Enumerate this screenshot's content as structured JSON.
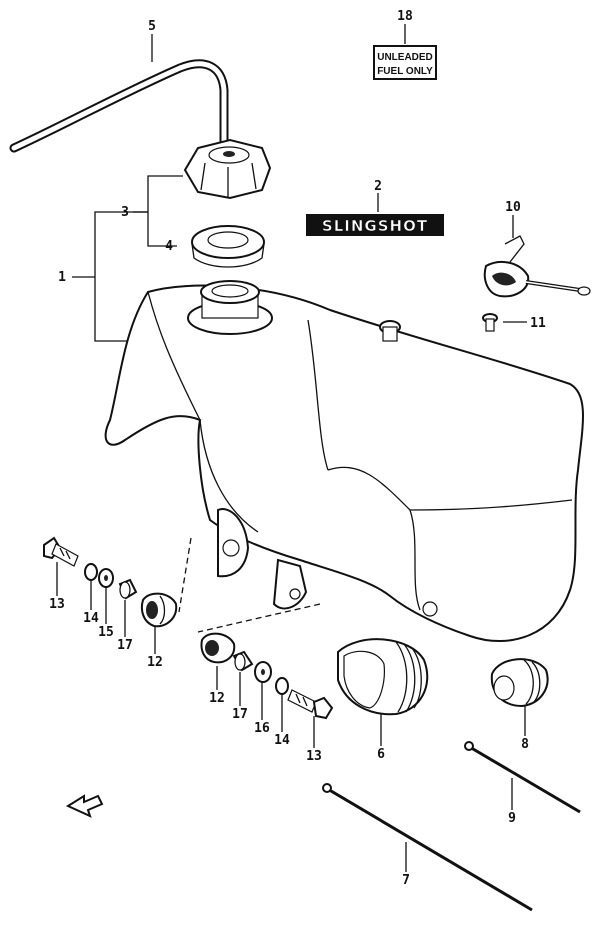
{
  "callouts": {
    "c1": "1",
    "c2": "2",
    "c3": "3",
    "c4": "4",
    "c5": "5",
    "c6": "6",
    "c7": "7",
    "c8": "8",
    "c9": "9",
    "c10": "10",
    "c11": "11",
    "c12a": "12",
    "c12b": "12",
    "c13a": "13",
    "c13b": "13",
    "c14a": "14",
    "c14b": "14",
    "c15": "15",
    "c16": "16",
    "c17a": "17",
    "c17b": "17",
    "c18": "18"
  },
  "decal": {
    "line1": "UNLEADED",
    "line2": "FUEL ONLY"
  },
  "emblem": {
    "text": "SLINGSHOT"
  },
  "icons": {
    "direction": "front-direction-arrow-icon"
  },
  "colors": {
    "ink": "#111111",
    "paper": "#ffffff"
  }
}
